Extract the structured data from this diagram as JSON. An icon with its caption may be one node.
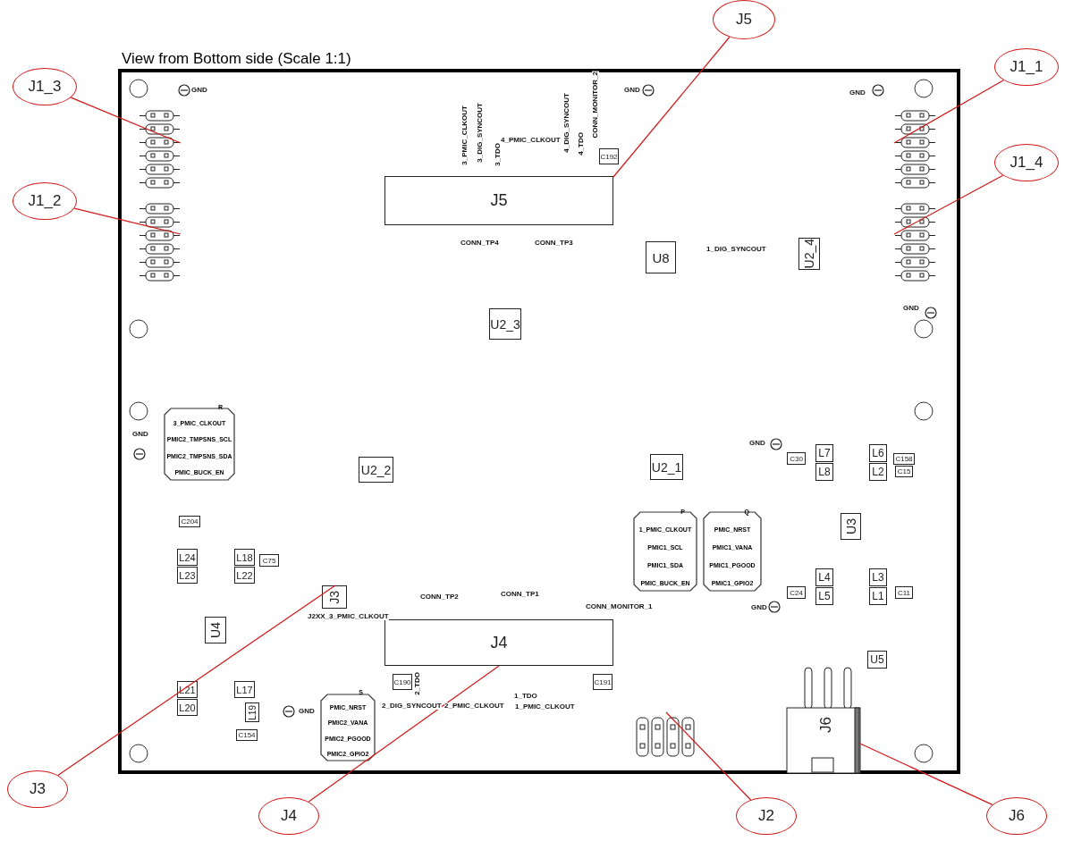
{
  "diagram": {
    "title": "View from Bottom side (Scale 1:1)",
    "nodes": [
      {
        "text": [
          "J1_3"
        ]
      },
      {
        "text": [
          "J5"
        ]
      },
      {
        "text": [
          "J1_1"
        ]
      },
      {
        "text": [
          "J1_2"
        ]
      },
      {
        "text": [
          "J1_4"
        ]
      },
      {
        "text": [
          "J3"
        ]
      },
      {
        "text": [
          "J4"
        ]
      },
      {
        "text": [
          "J2"
        ]
      },
      {
        "text": [
          "J6"
        ]
      },
      {
        "text": [],
        "shape": "picture"
      },
      {
        "text": [],
        "shape": "picture"
      },
      {
        "text": [
          "J5"
        ]
      },
      {
        "text": [],
        "shape": "picture"
      },
      {
        "text": [],
        "shape": "picture"
      },
      {
        "text": [
          "J3"
        ]
      },
      {
        "text": [
          "J4"
        ]
      },
      {
        "text": [],
        "shape": "picture"
      },
      {
        "text": [
          "J6"
        ]
      },
      {
        "text": [
          "R",
          "3_PMIC_CLKOUT",
          "PMIC2_TMPSNS_SCL",
          "PMIC2_TMPSNS_SDA",
          "PMIC_BUCK_EN"
        ]
      },
      {
        "text": [
          "P",
          "1_PMIC_CLKOUT",
          "PMIC1_SCL",
          "PMIC1_SDA",
          "PMIC_BUCK_EN"
        ]
      },
      {
        "text": [
          "Q",
          "PMIC_NRST",
          "PMIC1_VANA",
          "PMIC1_PGOOD",
          "PMIC1_GPIO2"
        ]
      },
      {
        "text": [
          "S",
          "PMIC_NRST",
          "PMIC2_VANA",
          "PMIC2_PGOOD",
          "PMIC2_GPIO2"
        ]
      },
      {
        "text": [
          "U8"
        ]
      },
      {
        "text": [
          "U2_4"
        ]
      },
      {
        "text": [
          "U2_3"
        ]
      },
      {
        "text": [
          "U2_2"
        ]
      },
      {
        "text": [
          "U2_1"
        ]
      },
      {
        "text": [
          "U3"
        ]
      },
      {
        "text": [
          "U4"
        ]
      },
      {
        "text": [
          "U5"
        ]
      },
      {
        "text": [
          "L7"
        ]
      },
      {
        "text": [
          "L6"
        ]
      },
      {
        "text": [
          "L8"
        ]
      },
      {
        "text": [
          "L2"
        ]
      },
      {
        "text": [
          "L4"
        ]
      },
      {
        "text": [
          "L3"
        ]
      },
      {
        "text": [
          "L5"
        ]
      },
      {
        "text": [
          "L1"
        ]
      },
      {
        "text": [
          "L24"
        ]
      },
      {
        "text": [
          "L18"
        ]
      },
      {
        "text": [
          "L23"
        ]
      },
      {
        "text": [
          "L22"
        ]
      },
      {
        "text": [
          "L21"
        ]
      },
      {
        "text": [
          "L17"
        ]
      },
      {
        "text": [
          "L20"
        ]
      },
      {
        "text": [
          "L19"
        ]
      },
      {
        "text": [
          "C192"
        ]
      },
      {
        "text": [
          "C190"
        ]
      },
      {
        "text": [
          "C191"
        ]
      },
      {
        "text": [
          "C75"
        ]
      },
      {
        "text": [
          "C204"
        ]
      },
      {
        "text": [
          "C154"
        ]
      },
      {
        "text": [
          "C30"
        ]
      },
      {
        "text": [
          "C158"
        ]
      },
      {
        "text": [
          "C15"
        ]
      },
      {
        "text": [
          "C24"
        ]
      },
      {
        "text": [
          "C11"
        ]
      }
    ],
    "edges": [
      {
        "from": 0,
        "to": 9,
        "arrow": "none"
      },
      {
        "from": 1,
        "to": 11,
        "arrow": "none"
      },
      {
        "from": 2,
        "to": 12,
        "arrow": "none"
      },
      {
        "from": 3,
        "to": 10,
        "arrow": "none"
      },
      {
        "from": 4,
        "to": 13,
        "arrow": "none"
      },
      {
        "from": 5,
        "to": 14,
        "arrow": "none"
      },
      {
        "from": 6,
        "to": 15,
        "arrow": "none"
      },
      {
        "from": 7,
        "to": 16,
        "arrow": "none"
      },
      {
        "from": 8,
        "to": 17,
        "arrow": "none"
      }
    ],
    "labels": [
      "GND",
      "GND",
      "GND",
      "CONN_MONITOR_2",
      "3_PMIC_CLKOUT",
      "3_DIG_SYNCOUT",
      "4_DIG_SYNCOUT",
      "4_PMIC_CLKOUT",
      "3_TDO",
      "4_TDO",
      "CONN_TP4",
      "CONN_TP3",
      "1_DIG_SYNCOUT",
      "GND",
      "GND",
      "GND",
      "CONN_TP1",
      "CONN_TP2",
      "CONN_MONITOR_1",
      "GND",
      "J2XX_3_PMIC_CLKOUT",
      "2_TDO",
      "1_TDO",
      "2_DIG_SYNCOUT",
      "2_PMIC_CLKOUT",
      "1_PMIC_CLKOUT",
      "GND"
    ]
  }
}
